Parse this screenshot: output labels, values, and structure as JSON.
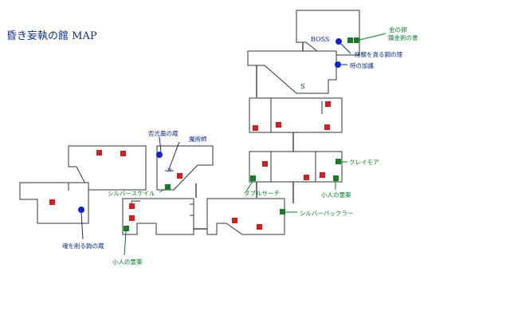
{
  "map": {
    "title": "昏き妄執の館 MAP",
    "labels": {
      "boss": "BOSS",
      "s_marker": "S",
      "kin_no_tamago": "金の卵",
      "renkinjutsu_no_sho": "錬金術の書",
      "keiken_wo_musaboru": "経験を貪る鋼の理",
      "toki_no_kago": "時の加護",
      "ankoku_no_sho": "否光藁の蔵",
      "majutsushi": "魔術師",
      "shirubaa_sukeiru": "シルバースケイル",
      "claymore": "クレイモア",
      "daburu_saachi": "ダブルサーチ",
      "kobito_no_reiyaku_1": "小人の霊薬",
      "shirubaa_bakkuraa": "シルバーバックラー",
      "tamashii_wo_kezuru": "魂を削る鉤の蔵",
      "kobito_no_reiyaku_2": "小人の霊薬"
    },
    "colors": {
      "red_marker": "#d11f1f",
      "green_marker": "#1a7a2a",
      "blue_marker": "#1422c8",
      "blue_text": "#0b2d8a",
      "green_text": "#0a7a2a"
    }
  }
}
